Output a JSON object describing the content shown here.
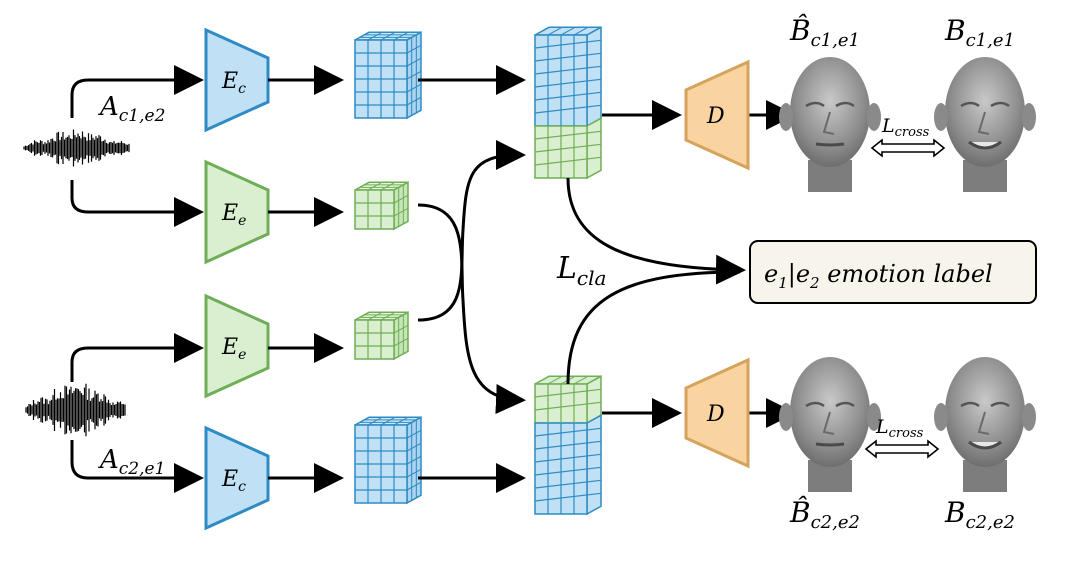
{
  "inputs": {
    "top_audio_label": {
      "main": "A",
      "sub": "c1,e2"
    },
    "bottom_audio_label": {
      "main": "A",
      "sub": "c2,e1"
    }
  },
  "encoders": {
    "content_label": {
      "main": "E",
      "sub": "c"
    },
    "emotion_label": {
      "main": "E",
      "sub": "e"
    }
  },
  "decoder_label": "D",
  "loss_cla": {
    "main": "L",
    "sub": "cla"
  },
  "loss_cross": {
    "main": "L",
    "sub": "cross"
  },
  "emotion_box": {
    "e1": "e",
    "e1_sub": "1",
    "sep": "|",
    "e2": "e",
    "e2_sub": "2",
    "text": " emotion label"
  },
  "faces": {
    "top_pred": {
      "main": "B̂",
      "sub": "c1,e1"
    },
    "top_gt": {
      "main": "B",
      "sub": "c1,e1"
    },
    "bottom_pred": {
      "main": "B̂",
      "sub": "c2,e2"
    },
    "bottom_gt": {
      "main": "B",
      "sub": "c2,e2"
    }
  },
  "colors": {
    "content_fill": "#bfe0f5",
    "content_stroke": "#2e8bc4",
    "emotion_fill": "#d9efcf",
    "emotion_stroke": "#6fae57",
    "decoder_fill": "#f9d3a0",
    "decoder_stroke": "#d6a35c",
    "box_fill": "#f7f4ec",
    "face": "#9a9a9a"
  }
}
